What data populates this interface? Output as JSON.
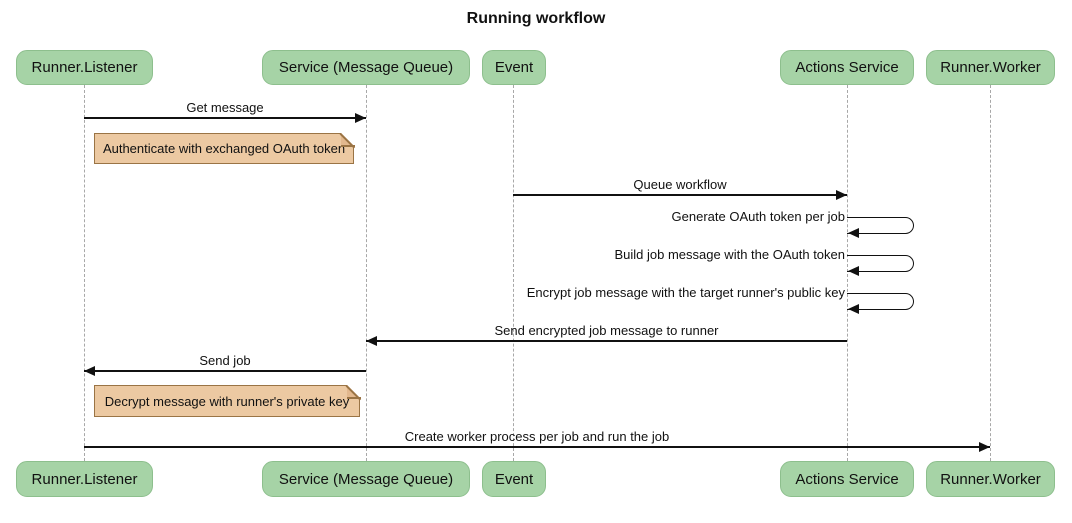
{
  "title": "Running workflow",
  "participants": [
    {
      "label": "Runner.Listener"
    },
    {
      "label": "Service (Message Queue)"
    },
    {
      "label": "Event"
    },
    {
      "label": "Actions Service"
    },
    {
      "label": "Runner.Worker"
    }
  ],
  "messages": [
    {
      "label": "Get message",
      "from": "Runner.Listener",
      "to": "Service (Message Queue)",
      "kind": "solid-right"
    },
    {
      "label": "Queue workflow",
      "from": "Event",
      "to": "Actions Service",
      "kind": "solid-right"
    },
    {
      "label": "Generate OAuth token per job",
      "from": "Actions Service",
      "to": "Actions Service",
      "kind": "self"
    },
    {
      "label": "Build job message with the OAuth token",
      "from": "Actions Service",
      "to": "Actions Service",
      "kind": "self"
    },
    {
      "label": "Encrypt job message with the target runner's public key",
      "from": "Actions Service",
      "to": "Actions Service",
      "kind": "self"
    },
    {
      "label": "Send encrypted job message to runner",
      "from": "Actions Service",
      "to": "Service (Message Queue)",
      "kind": "solid-left"
    },
    {
      "label": "Send job",
      "from": "Service (Message Queue)",
      "to": "Runner.Listener",
      "kind": "solid-left"
    },
    {
      "label": "Create worker process per job and run the job",
      "from": "Runner.Listener",
      "to": "Runner.Worker",
      "kind": "solid-right"
    }
  ],
  "notes": [
    {
      "text": "Authenticate with exchanged OAuth token",
      "over": "Runner.Listener"
    },
    {
      "text": "Decrypt message with runner's private key",
      "over": "Runner.Listener"
    }
  ],
  "colors": {
    "participant_fill": "#a6d3a6",
    "participant_border": "#8dbf8d",
    "note_fill": "#ecc9a2",
    "note_border": "#9a7445",
    "lifeline": "#a8a8a8",
    "line": "#111111",
    "background": "#ffffff"
  }
}
